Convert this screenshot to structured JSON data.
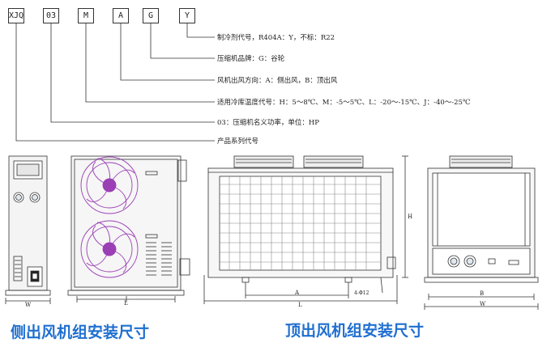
{
  "code_boxes": [
    "XJQ",
    "03",
    "M",
    "A",
    "G",
    "Y"
  ],
  "descriptions": {
    "refrigerant": "制冷剂代号，R404A：Y，不标：R22",
    "brand": "压缩机品牌：G：谷轮",
    "airflow": "风机出风方向：A：侧出风，B：顶出风",
    "temperature": "适用冷库温度代号：H：5～8℃、M：-5～5℃、L：-20～-15℃、J：-40～-25℃",
    "power": "03：压缩机名义功率，单位：HP",
    "series": "产品系列代号"
  },
  "dimension_labels": {
    "side_W": "W",
    "side_L": "L",
    "top_A": "A",
    "top_L": "L",
    "top_H": "H",
    "top_phi": "4-Φ12",
    "top_B": "B",
    "top_W": "W"
  },
  "captions": {
    "side_outlet": "侧出风机组安装尺寸",
    "top_outlet": "顶出风机组安装尺寸"
  },
  "colors": {
    "caption": "#1f6fd0",
    "fan_blade": "#9b3fb5",
    "line": "#333333"
  }
}
